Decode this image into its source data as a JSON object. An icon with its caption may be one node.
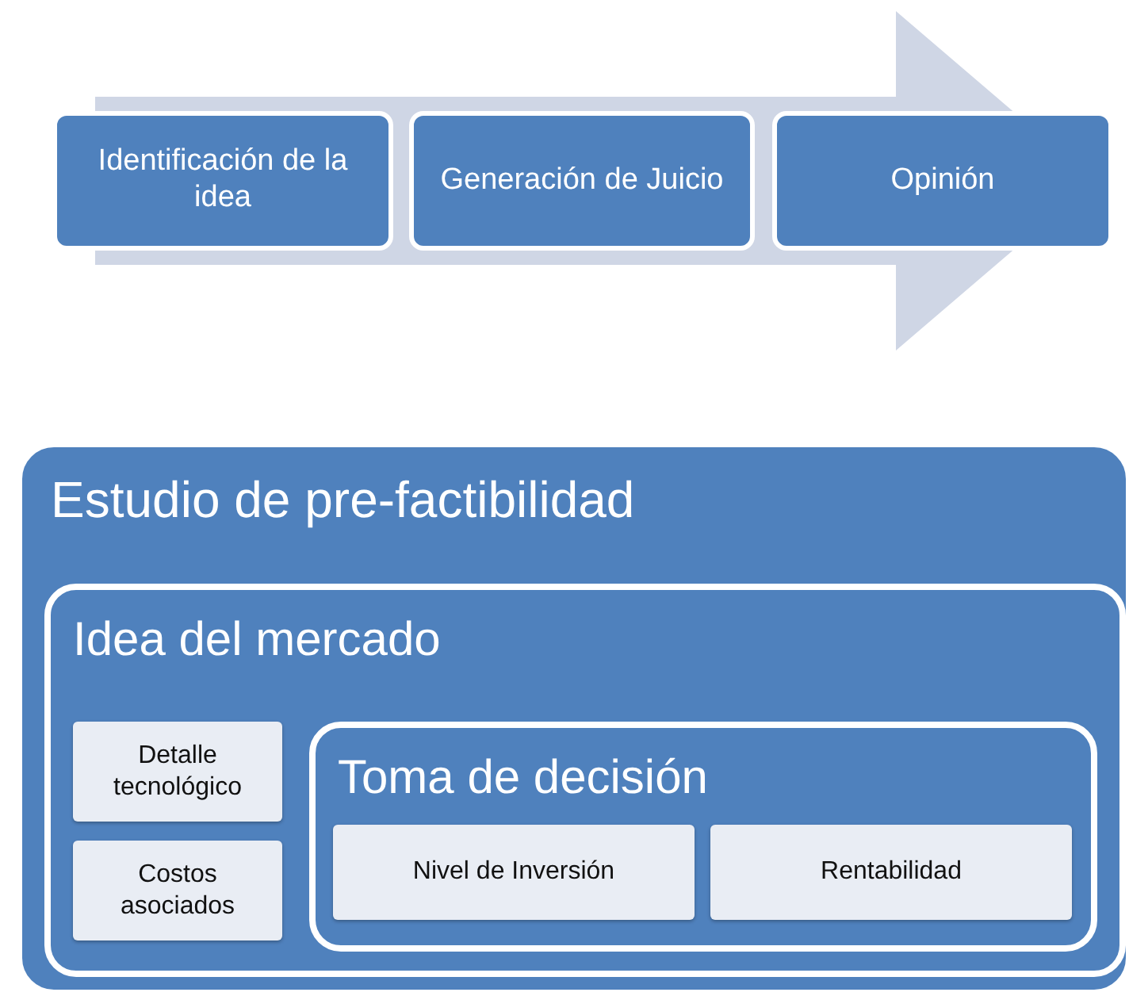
{
  "diagram": {
    "nodes": [
      {
        "text": [
          "Identificación de la idea"
        ]
      },
      {
        "text": [
          "Generación de Juicio"
        ]
      },
      {
        "text": [
          "Opinión"
        ]
      },
      {
        "text": [
          "Estudio de pre-factibilidad"
        ]
      },
      {
        "text": [
          "Idea del mercado"
        ],
        "in": 3
      },
      {
        "text": [
          "Detalle tecnológico"
        ],
        "in": 4
      },
      {
        "text": [
          "Costos asociados"
        ],
        "in": 4
      },
      {
        "text": [
          "Toma de decisión"
        ],
        "in": 4
      },
      {
        "text": [
          "Nivel de Inversión"
        ],
        "in": 7
      },
      {
        "text": [
          "Rentabilidad"
        ],
        "in": 7
      }
    ],
    "edges": [
      {
        "from": 0,
        "to": 2,
        "arrow": "to"
      }
    ]
  }
}
